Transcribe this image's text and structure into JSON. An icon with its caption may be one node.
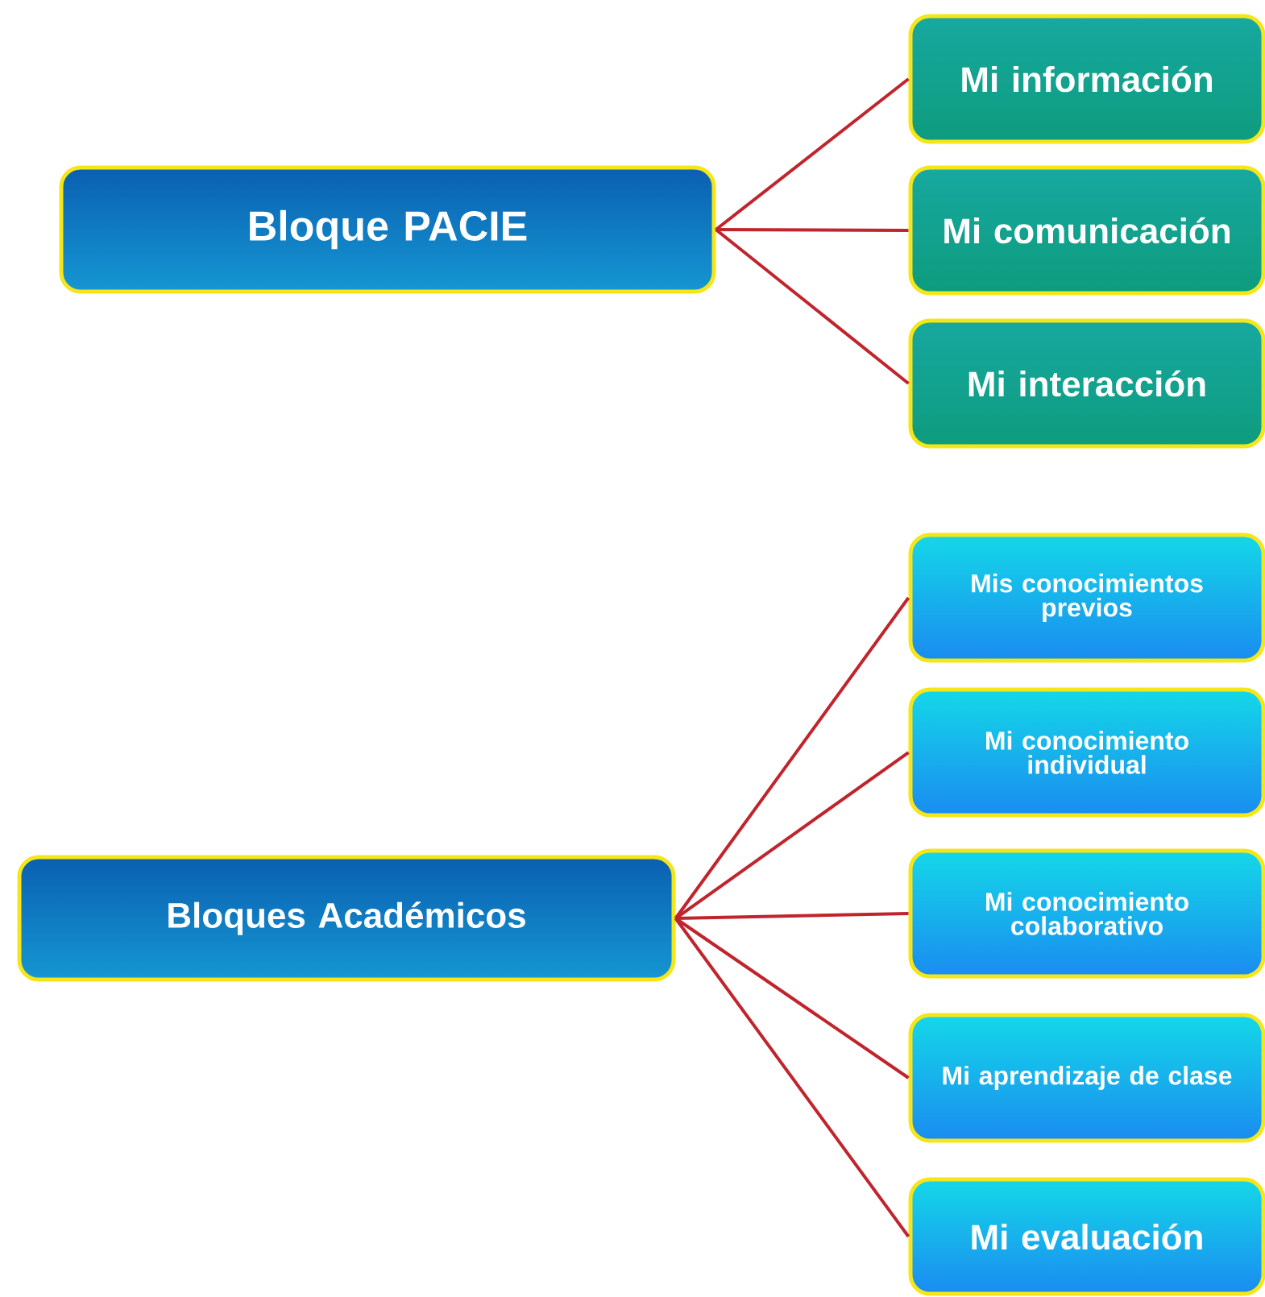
{
  "diagram": {
    "nodes": [
      {
        "text": [
          "Bloque PACIE"
        ]
      },
      {
        "text": [
          "Mi información"
        ]
      },
      {
        "text": [
          "Mi comunicación"
        ]
      },
      {
        "text": [
          "Mi interacción"
        ]
      },
      {
        "text": [
          "Bloques Académicos"
        ]
      },
      {
        "text": [
          "Mis conocimientos previos"
        ]
      },
      {
        "text": [
          "Mi conocimiento individual"
        ]
      },
      {
        "text": [
          "Mi conocimiento colaborativo"
        ]
      },
      {
        "text": [
          "Mi aprendizaje de clase"
        ]
      },
      {
        "text": [
          "Mi evaluación"
        ]
      }
    ],
    "edges": [
      {
        "from": 0,
        "to": 1,
        "arrow": "none"
      },
      {
        "from": 0,
        "to": 2,
        "arrow": "none"
      },
      {
        "from": 0,
        "to": 3,
        "arrow": "none"
      },
      {
        "from": 4,
        "to": 5,
        "arrow": "none"
      },
      {
        "from": 4,
        "to": 6,
        "arrow": "none"
      },
      {
        "from": 4,
        "to": 7,
        "arrow": "none"
      },
      {
        "from": 4,
        "to": 8,
        "arrow": "none"
      },
      {
        "from": 4,
        "to": 9,
        "arrow": "none"
      }
    ]
  }
}
